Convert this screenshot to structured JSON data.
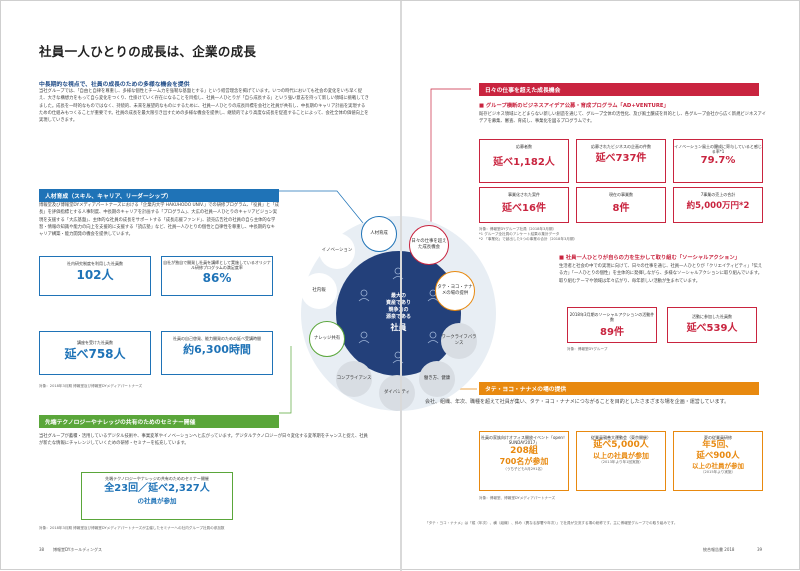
{
  "left": {
    "title": "社員一人ひとりの成長は、企業の成長",
    "intro_heading": "中長期的な視点で、社員の成長のための多様な機会を提供",
    "intro_text": "当社グループでは、「自由と自律を尊重し、多様な個性とチーム力を強靭な基盤とする」という経営理念を掲げています。いつの時代においても社会の変化をいち早く捉え、大きな構想力をもって自ら変化をつくり、仕掛けていく存在になることを目指し、社員一人ひとりが「自ら成長する」という強い意志を持って新しい領域に挑戦してきました。成長を一時的なものではなく、持続的、未来を展望的なものにするために、社員一人ひとりの成長目標を会社と社員が共有し、中長期のキャリア計画を実現するための仕組みもつくることが重要です。社員の成長を最大限引き出すための多様な機会を提供し、継続的でより高度な成長を促進することによって、会社全体の価値向上を実現していきます。",
    "hr_bar": "人材育成（スキル、キャリア、リーダーシップ）",
    "hr_text": "博報堂及び博報堂DYメディアパートナーズにおける「企業内大学 HAKUHODO UNIV.」での研修プログラム、「役員」と「成長」を評価指標とする人事制度、中長期のキャリアを計画する「プログラム」、大広の社員一人ひとりのキャリアビジョン実現を支援する「大広基盤」、主体的な社員の成長をサポートする「成長応援ファンド」、読売広告社の社員の自ら主体的な学習・情報の知識や能力の向上を支援的に支援する「読広塾」など、社員一人ひとりの個性と自律性を尊重し、中長期的なキャリア構築・能力開発の機会を提供しています。",
    "stats": [
      {
        "label": "社内研究制度を利用した社員数",
        "value": "102人"
      },
      {
        "label": "自社が独自で開発し社員を講師として実施しているオリジナル研修プログラムの満足度率",
        "value": "86%"
      },
      {
        "label": "講座を受けた社員数",
        "value": "延べ758人"
      },
      {
        "label": "社員の自己啓発、能力開発のための延べ受講時間",
        "value": "約6,300時間"
      }
    ],
    "stats_note": "対象：2018年3月期 博報堂及び博報堂DYメディアパートナーズ",
    "seminar_bar": "先端テクノロジーやナレッジの共有のためのセミナー開催",
    "seminar_text": "当社グループが蓄積・活用しているデジタル技術や、事業変革やイノベーションへと広がっています。デジタルテクノロジーが日々変化する変革期をチャンスと捉え、社員が新たな情報にチャレンジしていくための研修・セミナーを拡充しています。",
    "seminar_stat_label": "先端テクノロジーやナレッジの共有のためのセミナー開催",
    "seminar_stat_value": "全23回／延べ2,327人",
    "seminar_stat_value2": "の社員が参加",
    "seminar_note": "対象：2018年3月期 博報堂及び博報堂DYメディアパートナーズが主催したセミナーへの社内グループ社員の参加数",
    "page_number": "38",
    "footer_label": "博報堂DYホールディングス"
  },
  "center": {
    "hub_lines": [
      "最大の",
      "資産であり",
      "競争力の",
      "源泉である"
    ],
    "hub_main": "社員",
    "nodes": [
      {
        "label": "人材育成"
      },
      {
        "label": "イノベーション"
      },
      {
        "label": "社内報"
      },
      {
        "label": "ナレッジ共有"
      },
      {
        "label": "コンプライアンス"
      },
      {
        "label": "ダイバシティ"
      },
      {
        "label": "働き方、健康"
      },
      {
        "label": "ワークライフバランス"
      },
      {
        "label": "タテ・ヨコ・ナナメの場の提供"
      },
      {
        "label": "日々の仕事を超えた成長機会"
      }
    ]
  },
  "right": {
    "growth_bar": "日々の仕事を超えた成長機会",
    "growth_sub": "■ グループ横断のビジネスアイデア公募・育成プログラム「AD+VENTURE」",
    "growth_text": "既存ビジネス領域にとどまらない新しい創造を通じて、グループ全体の活性化、及び風土醸成を目的とし、各グループ会社から広く新規ビジネスアイデアを募集、審査、育成し、事業化を図るプログラムです。",
    "growth_stats": [
      {
        "label": "応募者数",
        "value": "延べ1,182人"
      },
      {
        "label": "応募されたビジネスの企画の件数",
        "value": "延べ737件"
      },
      {
        "label": "イノベーション風土の醸成に寄与していると感じる率*1",
        "value": "79.7%"
      },
      {
        "label": "事業化された案件",
        "value": "延べ16件"
      },
      {
        "label": "現在の事業数",
        "value": "8件"
      },
      {
        "label": "7事業の売上の合計",
        "value": "約5,000万円*2"
      }
    ],
    "growth_note1": "対象：博報堂DYグループ社員（2018年3月期）",
    "growth_note2": "*1 グループ全社員のアンケート結果の集計データ",
    "growth_note3": "*2 「事業化」で創出した5つの事業の合計（2018年3月期）",
    "social_sub": "■ 社員一人ひとりが自らの力を生かして取り組む「ソーシャルアクション」",
    "social_text": "生活者と社会の中での実現に向けて、日々の仕事を通じ、社員一人ひとりが「クリエイティビティ」「伝える力」「一人ひとりの個性」を主体的に発揮しながら、多様なソーシャルアクションに取り組んでいます。取り組むテーマや領域は年々広がり、毎年新しい活動が生まれています。",
    "social_stats": [
      {
        "label": "2018年3月期のソーシャルアクションの活動件数",
        "value": "89件"
      },
      {
        "label": "活動に参加した社員数",
        "value": "延べ539人"
      }
    ],
    "social_note": "対象：博報堂DYグループ",
    "place_bar": "タテ・ヨコ・ナナメの場の提供",
    "place_text": "会社、組織、年次、職種を超えて社員が集い、タテ・ヨコ・ナナメにつながることを目的としたさまざまな場を企画・運営しています。",
    "place_stats": [
      {
        "label": "社員の家族向けオフィス開放イベント「open！SUNDAY2017」",
        "value": "208組",
        "value2": "700名が参加",
        "note": "（うち子ども5月291名）"
      },
      {
        "label": "従業員親善大運動会（東京開催）",
        "value": "延べ5,000人",
        "value2": "以上の社員が参加",
        "note": "（2013年より年1回実施）"
      },
      {
        "label": "夏の従業員研修",
        "value": "年5回、",
        "value2": "延べ900人",
        "value3": "以上の社員が参加",
        "note": "（2015年より実施）"
      }
    ],
    "place_note": "対象：博報堂、博報堂DYメディアパートナーズ",
    "bottom_note": "「タテ・ヨコ・ナナメ」は「縦（年次）、横（組織）、斜め（異なる部署や年次）」で社員が交流する場の総称です。主に博報堂グループでの取り組みです。",
    "page_number": "39",
    "footer_label": "統合報告書 2018"
  },
  "colors": {
    "blue": "#1f73b7",
    "navy": "#1f3f73",
    "green": "#5aa63a",
    "red": "#c9243f",
    "orange": "#e8890f"
  }
}
